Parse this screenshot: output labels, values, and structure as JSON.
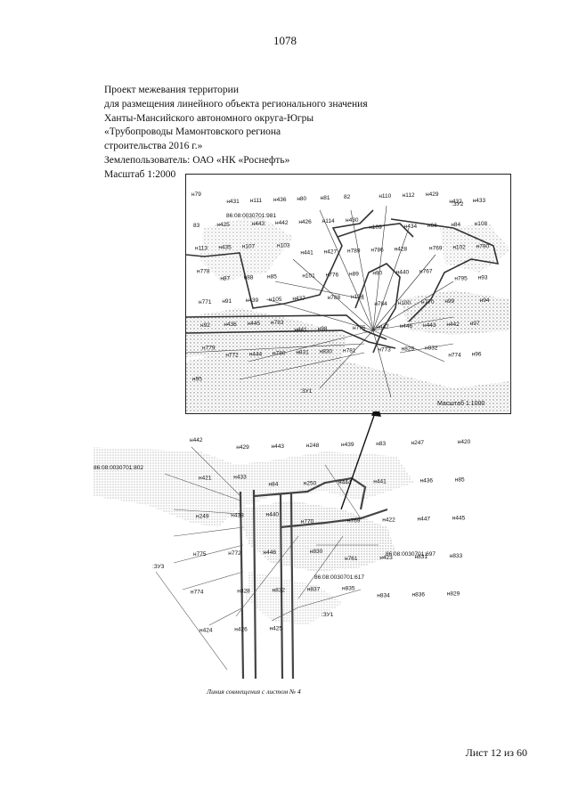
{
  "page_number": "1078",
  "header": {
    "lines": [
      "Проект межевания территории",
      "для размещения линейного объекта регионального значения",
      "Ханты-Мансийского автономного округа-Югры",
      "«Трубопроводы Мамонтовского региона",
      "строительства 2016 г.»",
      "Землепользователь: ОАО «НК «Роснефть»",
      "Масштаб 1:2000"
    ]
  },
  "inset": {
    "scale_label": "Масштаб 1:1000",
    "parcel_labels": [
      "86:08:0030701:981",
      ":ЗУ2",
      ":ЗУ1"
    ],
    "point_labels": [
      "н79",
      "н431",
      "н111",
      "н436",
      "н80",
      "н81",
      "82",
      "н110",
      "н112",
      "н429",
      "н432",
      "н433",
      "83",
      "н425",
      "н443",
      "н442",
      "н426",
      "н114",
      "н430",
      "н109",
      "н434",
      "н66",
      "н84",
      "н108",
      "н113",
      "н435",
      "н107",
      "н103",
      "н441",
      "н427",
      "н789",
      "н786",
      "н428",
      "н769",
      "н102",
      "н790",
      "н778",
      "н87",
      "н88",
      "н85",
      "н101",
      "н776",
      "н89",
      "н90",
      "н440",
      "н767",
      "н795",
      "н93",
      "н771",
      "н91",
      "н439",
      "н105",
      "н437",
      "н788",
      "н104",
      "н784",
      "н100",
      "н770",
      "н99",
      "н94",
      "н92",
      "н436",
      "н445",
      "н783",
      "н441",
      "н98",
      "н775",
      "н447",
      "н446",
      "н443",
      "н442",
      "н97",
      "н779",
      "н772",
      "н444",
      "н780",
      "н831",
      "н830",
      "н781",
      "н773",
      "н829",
      "н832",
      "н774",
      "н96",
      "н95"
    ]
  },
  "lower": {
    "parcel_labels": [
      "86:08:0030701:802",
      "86:08:0030701:697",
      "86:08:0030701:617",
      ":ЗУ3",
      ":ЗУ1"
    ],
    "point_labels": [
      "н442",
      "н429",
      "н443",
      "н248",
      "н439",
      "н83",
      "н247",
      "н420",
      "н421",
      "н433",
      "н84",
      "н250",
      "н444",
      "н441",
      "н436",
      "н85",
      "н249",
      "н438",
      "н440",
      "н770",
      "н769",
      "н422",
      "н447",
      "н445",
      "н775",
      "н772",
      "н446",
      "н830",
      "н761",
      "н423",
      "н831",
      "н833",
      "н774",
      "н828",
      "н832",
      "н837",
      "н835",
      "н834",
      "н836",
      "н829",
      "н424",
      "н426",
      "н425"
    ]
  },
  "caption": "Линия совмещения с листом № 4",
  "sheet_label": "Лист 12 из 60"
}
